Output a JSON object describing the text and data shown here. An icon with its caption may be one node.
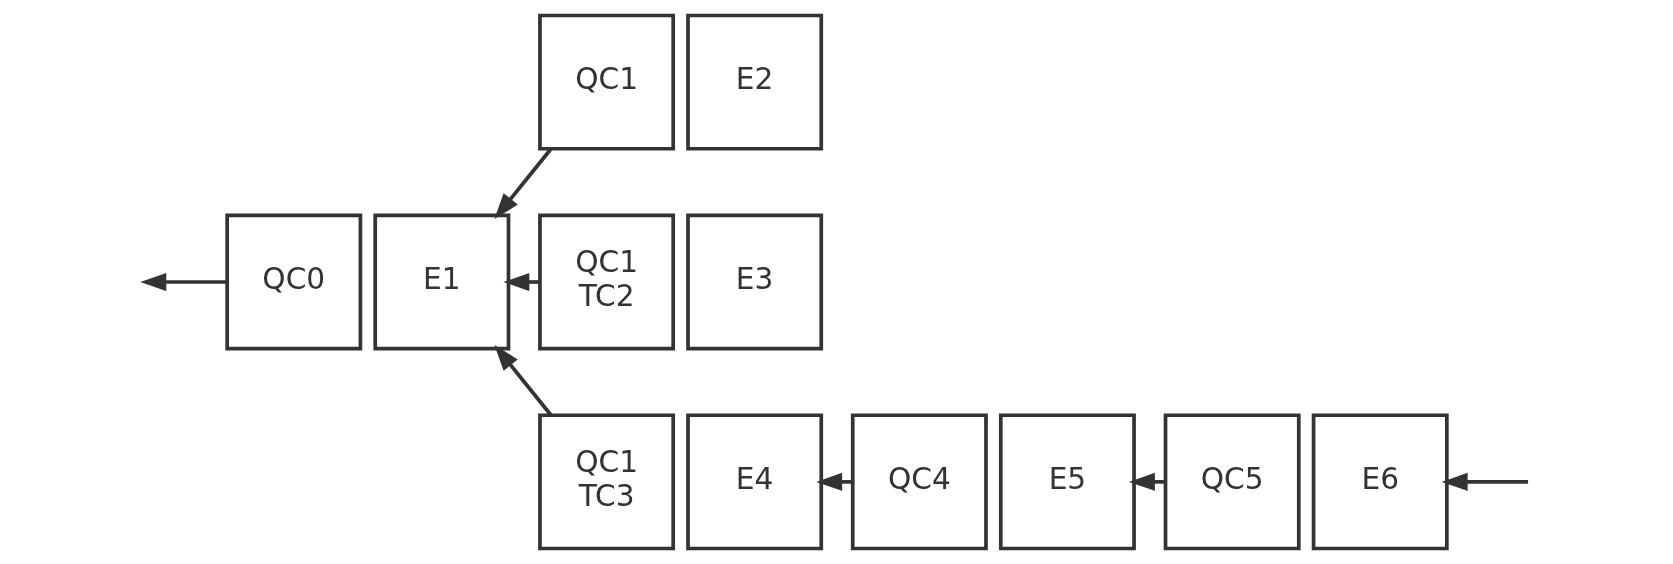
{
  "diagram": {
    "nodes": [
      {
        "text": [
          "QC0"
        ]
      },
      {
        "text": [
          "E1"
        ]
      },
      {
        "text": [
          "QC1"
        ]
      },
      {
        "text": [
          "E2"
        ]
      },
      {
        "text": [
          "QC1 TC2"
        ]
      },
      {
        "text": [
          "E3"
        ]
      },
      {
        "text": [
          "QC1 TC3"
        ]
      },
      {
        "text": [
          "E4"
        ]
      },
      {
        "text": [
          "QC4"
        ]
      },
      {
        "text": [
          "E5"
        ]
      },
      {
        "text": [
          "QC5"
        ]
      },
      {
        "text": [
          "E6"
        ]
      }
    ],
    "edges": [
      {
        "from": 0,
        "to": null,
        "arrow": "to"
      },
      {
        "from": 2,
        "to": 1,
        "arrow": "to"
      },
      {
        "from": 4,
        "to": 1,
        "arrow": "to"
      },
      {
        "from": 6,
        "to": 1,
        "arrow": "to"
      },
      {
        "from": 8,
        "to": 7,
        "arrow": "to"
      },
      {
        "from": 10,
        "to": 9,
        "arrow": "to"
      },
      {
        "from": null,
        "to": 11,
        "arrow": "to"
      }
    ]
  }
}
